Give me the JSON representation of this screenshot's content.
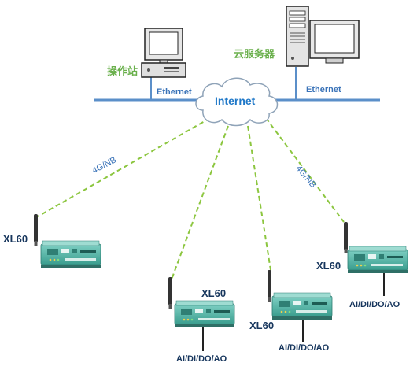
{
  "network": {
    "operator_station": "操作站",
    "cloud_server": "云服务器",
    "ethernet_left": "Ethernet",
    "ethernet_right": "Ethernet",
    "internet": "Internet",
    "link_left": "4G/NB",
    "link_right": "4G/NB"
  },
  "devices": [
    {
      "name": "XL60",
      "io": ""
    },
    {
      "name": "XL60",
      "io": "AI/DI/DO/AO"
    },
    {
      "name": "XL60",
      "io": "AI/DI/DO/AO"
    },
    {
      "name": "XL60",
      "io": "AI/DI/DO/AO"
    }
  ],
  "colors": {
    "ethernet_bus": "#5b8fc9",
    "wireless_link": "#8cc63f",
    "device_body": "#4fb8a8",
    "cloud_outline": "#8fa3b8"
  }
}
